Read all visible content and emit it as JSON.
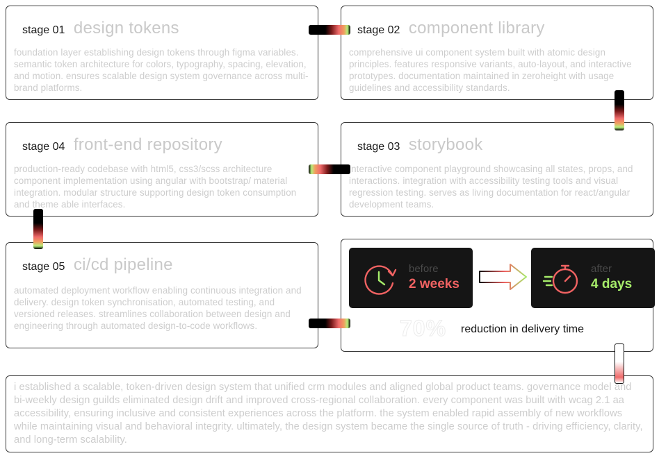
{
  "stages": {
    "s1": {
      "label": "stage 01",
      "title": "design tokens",
      "description": "foundation layer establishing design tokens through figma variables. semantic token architecture for colors, typography, spacing, elevation, and motion. ensures scalable design system governance across multi-brand platforms."
    },
    "s2": {
      "label": "stage 02",
      "title": "component library",
      "description": "comprehensive ui component system built with atomic design principles. features responsive variants, auto-layout, and interactive prototypes. documentation maintained in zeroheight with usage guidelines and accessibility standards."
    },
    "s3": {
      "label": "stage 03",
      "title": "storybook",
      "description": "interactive component playground showcasing all states, props, and interactions. integration with accessibility testing tools and visual regression testing. serves as living documentation for react/angular development teams."
    },
    "s4": {
      "label": "stage 04",
      "title": "front-end repository",
      "description": "production-ready codebase with html5, css3/scss architecture component implementation using angular with bootstrap/ material integration. modular structure supporting design token consumption and theme able interfaces."
    },
    "s5": {
      "label": "stage 05",
      "title": "ci/cd pipeline",
      "description": "automated deployment workflow enabling continuous integration and delivery. design token synchronisation, automated testing, and versioned releases. streamlines collaboration between design and engineering through automated design-to-code workflows."
    }
  },
  "result": {
    "before_label": "before",
    "before_value": "2 weeks",
    "after_label": "after",
    "after_value": "4 days",
    "percent": "70%",
    "percent_label": "reduction in delivery time"
  },
  "summary": "i established a scalable, token-driven design system that unified crm modules and aligned global product teams. governance model and bi-weekly design guilds eliminated design drift and improved cross-regional collaboration. every component was built with wcag 2.1 aa accessibility, ensuring inclusive and consistent experiences across the platform. the system enabled rapid assembly of new workflows while maintaining visual and behavioral integrity. ultimately, the design system became the single source of truth - driving efficiency, clarity, and long-term scalability.",
  "icons": {
    "before": "clock-refresh-icon",
    "after": "stopwatch-fast-icon",
    "transition": "arrow-right-icon"
  },
  "colors": {
    "accent_red": "#f06262",
    "accent_green": "#a6ec6a",
    "metric_bg": "#151515",
    "muted_text": "#cdcdcd"
  }
}
